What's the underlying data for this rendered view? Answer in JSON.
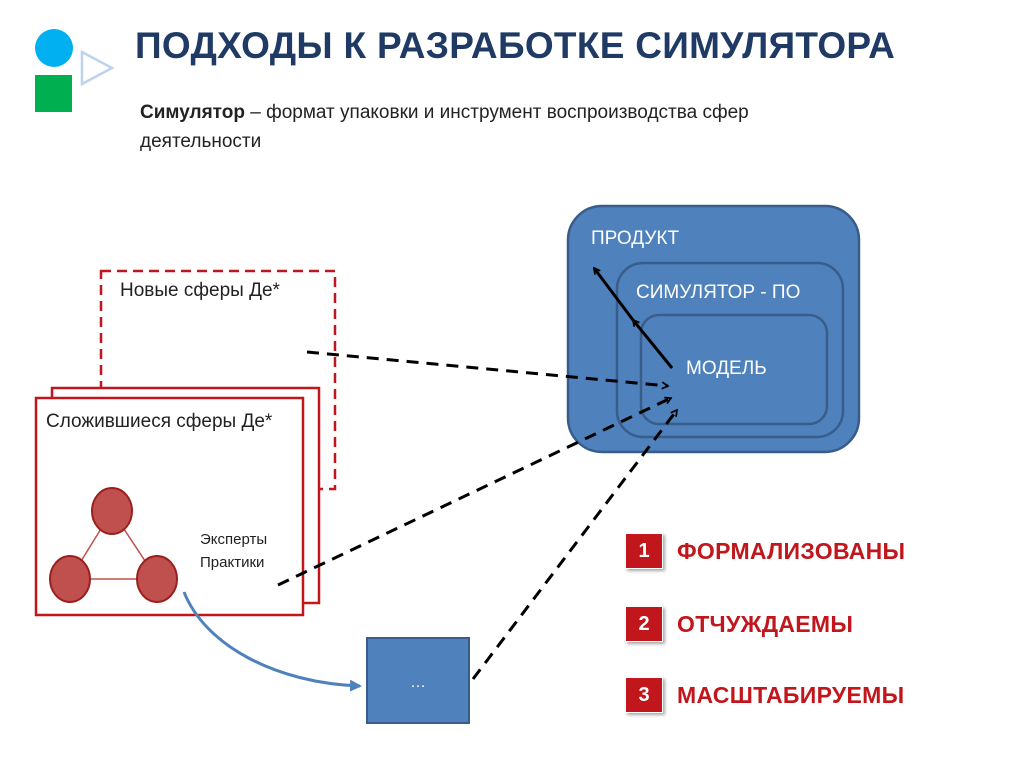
{
  "header": {
    "title": "ПОДХОДЫ К РАЗРАБОТКЕ СИМУЛЯТОРА"
  },
  "definition": {
    "term": "Симулятор",
    "text": " – формат упаковки и инструмент воспроизводства сфер деятельности"
  },
  "diagram": {
    "new_spheres_label": "Новые сферы Де*",
    "existing_spheres_label": "Сложившиеся сферы Де*",
    "experts_label": "Эксперты",
    "practitioners_label": "Практики",
    "product_label": "ПРОДУКТ",
    "simulator_software_label": "СИМУЛЯТОР - ПО",
    "model_label": "МОДЕЛЬ",
    "ellipsis_label": "…"
  },
  "properties": [
    {
      "number": "1",
      "label": "ФОРМАЛИЗОВАНЫ"
    },
    {
      "number": "2",
      "label": "ОТЧУЖДАЕМЫ"
    },
    {
      "number": "3",
      "label": "МАСШТАБИРУЕМЫ"
    }
  ],
  "colors": {
    "title": "#1f3a64",
    "accent_red": "#c0161c",
    "diagram_blue": "#4f81bd",
    "diagram_blue_border": "#385d8a",
    "node_red": "#c0504d",
    "logo_circle": "#00b0f0",
    "logo_square": "#00b050"
  }
}
